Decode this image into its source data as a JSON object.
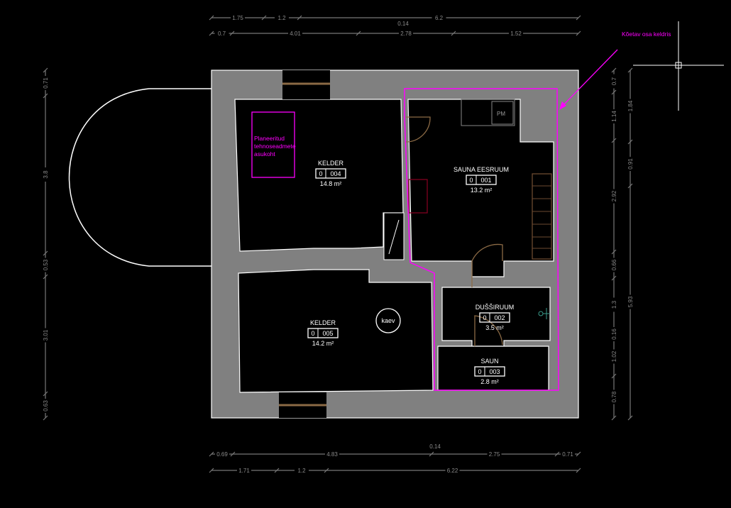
{
  "dimensions": {
    "top_row1": [
      "1.75",
      "1.2",
      "6.2"
    ],
    "top_mid": "0.14",
    "top_row2": [
      "0.7",
      "4.01",
      "2.78",
      "1.52"
    ],
    "bottom_row1": [
      "0.69",
      "4.83",
      "2.75",
      "0.71"
    ],
    "bottom_mid": "0.14",
    "bottom_row2": [
      "1.71",
      "1.2",
      "6.22"
    ],
    "left": [
      "0.71",
      "3.8",
      "0.53",
      "3.01",
      "0.63"
    ],
    "right_col1": [
      "0.7",
      "1.14",
      "2.92",
      "0.66",
      "1.3",
      "0.16",
      "1.02",
      "0.78"
    ],
    "right_col2": [
      "1.84",
      "0.91",
      "5.93"
    ]
  },
  "annotations": {
    "heated_area": "Kõetav osa keldris",
    "planned_equipment": [
      "Planeeritud",
      "tehnoseadmete",
      "asukoht"
    ],
    "well": "kaev",
    "pm": "PM"
  },
  "rooms": [
    {
      "name": "KELDER",
      "floor": "0",
      "number": "004",
      "area": "14.8",
      "unit": "m²"
    },
    {
      "name": "SAUNA EESRUUM",
      "floor": "0",
      "number": "001",
      "area": "13.2",
      "unit": "m²"
    },
    {
      "name": "DUŠŠIRUUM",
      "floor": "0",
      "number": "002",
      "area": "3.5",
      "unit": "m²"
    },
    {
      "name": "SAUN",
      "floor": "0",
      "number": "003",
      "area": "2.8",
      "unit": "m²"
    },
    {
      "name": "KELDER",
      "floor": "0",
      "number": "005",
      "area": "14.2",
      "unit": "m²"
    }
  ],
  "colors": {
    "wall": "#808080",
    "highlight": "#ff00ff",
    "door": "#8b6a45"
  }
}
